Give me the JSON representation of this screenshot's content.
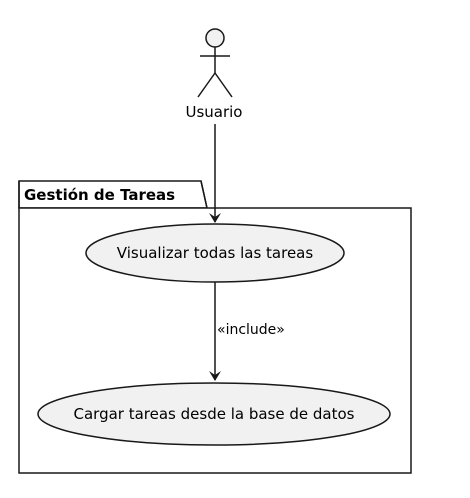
{
  "diagram": {
    "actor": {
      "name": "Usuario"
    },
    "package": {
      "title": "Gestión de Tareas"
    },
    "use_cases": [
      {
        "label": "Visualizar todas las tareas"
      },
      {
        "label": "Cargar tareas desde la base de datos"
      }
    ],
    "relations": [
      {
        "label": "«include»"
      }
    ],
    "colors": {
      "actor_fill": "#F1F1F1",
      "usecase_fill": "#F1F1F1",
      "stroke": "#181818",
      "background": "#FFFFFF"
    }
  }
}
